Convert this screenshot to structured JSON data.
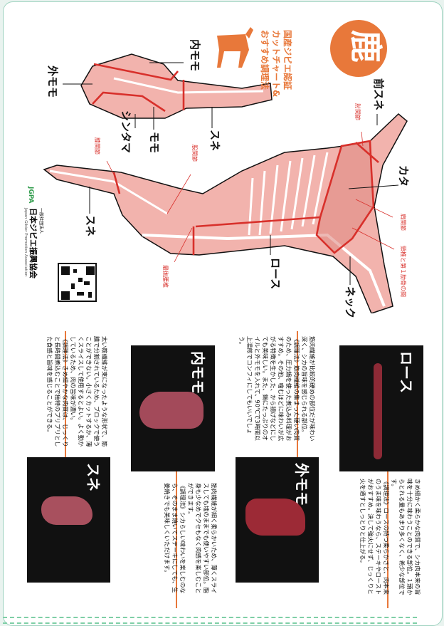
{
  "header": {
    "emblem": "鹿",
    "title_lines": [
      "国産ジビエ認証",
      "カットチャート&",
      "おすすめ調理法"
    ]
  },
  "diagram": {
    "labels": {
      "uchimomo": "内モモ",
      "sotomomo": "外モモ",
      "shintama": "シンタマ",
      "momo": "モモ",
      "sune_upper": "スネ",
      "maesune": "前スネ",
      "kata": "カタ",
      "rosu": "ロース",
      "nekku": "ネック",
      "sune_lower": "スネ"
    },
    "joints": {
      "elbow": "肘関節",
      "shoulder": "肩関節",
      "neck_rib": "頸椎と第１肋骨の間",
      "hip": "股関節",
      "knee": "膝関節",
      "lumbar": "最後腰椎"
    }
  },
  "organization": {
    "logo": "JGPA",
    "type": "一般社団法人",
    "name_ja": "日本ジビエ振興協会",
    "name_en": "Japan Gibier Promotion Association"
  },
  "cuts": [
    {
      "name": "ロース",
      "desc": "きめ細かく柔らかな肉質で、シカ肉本来の旨味を十分に味わうことのできる部位。１頭からとれる量もあまり多くなく、希少な部位です。",
      "recipe": "《調理法》ロースの持つ柔らかさと、肉本来のうま味を味わうなら、ステーキやローストがおすすめ。決して強火にせず、じっくりと火を通すとしっとりと仕上がる。"
    },
    {
      "name": "外モモ",
      "desc": "筋肉繊維が比較的硬めの部位だが味わい深く、シカの旨味を感じられる部位。",
      "recipe": "《調理法》筋肉繊維の集まった硬い肉質のため、圧力鍋を使った煮込み料理がおすすめ。その他、噛むほどに味わいが広がる特徴を生かした、から揚げなどにしても美味しい。また、鍋にたっぷりのオイルと外モモを入れて、90℃で3時間以上湯煎でコンフィにしてもいいでしょう。"
    },
    {
      "name": "内モモ",
      "desc": "筋肉繊維が細く柔らかいため、薄くスライスしても塊のままでも使いやすい部位。脂身も少なめでクセもなく肉感を楽しむことができます。",
      "recipe": "《調理法》シカらしい味わいを楽しむのなら、そのまま焼いてステーキにしても、生姜焼きでも美味しくいただけます。"
    },
    {
      "name": "スネ",
      "desc": "太い筋繊維が束になったような形状で、筋膜で分割されているため、ブロックで使うことができない。小さくカットするか、薄くスライスして使用するとよい。よく動かしているため、肉の旨味が濃い。",
      "recipe": "《調理法》きめ細やかな肉質は、じっくりと長時間煮込むことで独特のプリプリとした食感と旨味を感じることができる。"
    }
  ],
  "colors": {
    "accent": "#e8783a",
    "cut_line": "#d8302b",
    "meat": "#f0aaa3",
    "frame": "#9fd3c0"
  }
}
